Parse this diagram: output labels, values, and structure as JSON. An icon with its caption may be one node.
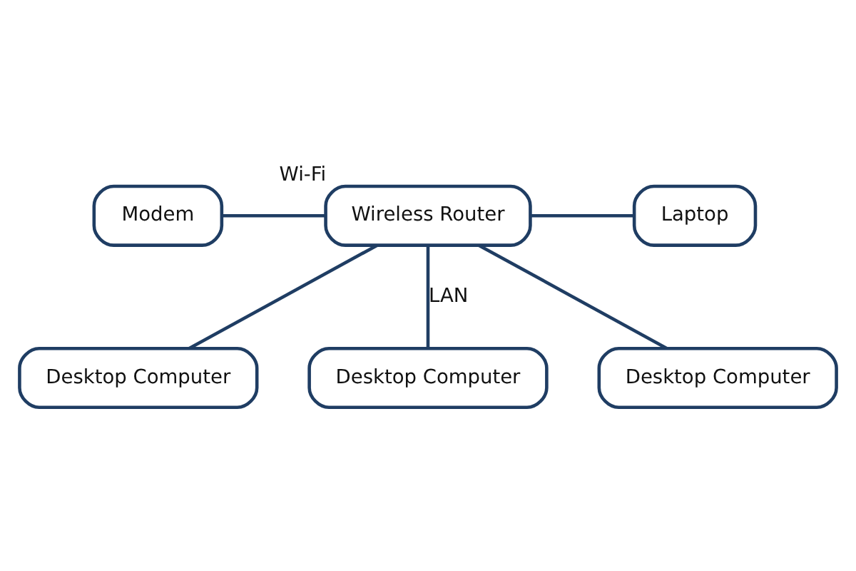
{
  "diagram": {
    "nodes": [
      {
        "text": [
          "Modem"
        ]
      },
      {
        "text": [
          "Wireless Router"
        ],
        "beside": [
          "Wi-Fi"
        ]
      },
      {
        "text": [
          "Laptop"
        ]
      },
      {
        "text": [
          "Desktop Computer"
        ]
      },
      {
        "text": [
          "Desktop Computer"
        ]
      },
      {
        "text": [
          "Desktop Computer"
        ]
      }
    ],
    "edges": [
      {
        "from": 0,
        "to": 1,
        "arrow": "none"
      },
      {
        "from": 1,
        "to": 2,
        "arrow": "none"
      },
      {
        "from": 1,
        "to": 3,
        "arrow": "none"
      },
      {
        "from": 1,
        "to": 4,
        "arrow": "none",
        "label": "LAN"
      },
      {
        "from": 1,
        "to": 5,
        "arrow": "none"
      }
    ]
  }
}
